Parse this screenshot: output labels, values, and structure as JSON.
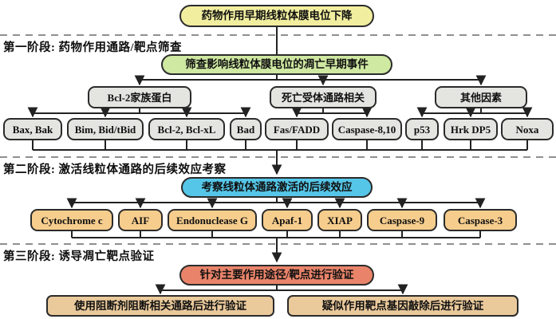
{
  "flow": {
    "top": "药物作用早期线粒体膜电位下降",
    "stage1": {
      "phase_label": "第一阶段: 药物作用通路/靶点筛查",
      "header": "筛查影响线粒体膜电位的凋亡早期事件",
      "groups": [
        {
          "label": "Bcl-2家族蛋白",
          "children": [
            "Bax, Bak",
            "Bim, Bid/tBid",
            "Bcl-2, Bcl-xL",
            "Bad"
          ]
        },
        {
          "label": "死亡受体通路相关",
          "children": [
            "Fas/FADD",
            "Caspase-8,10"
          ]
        },
        {
          "label": "其他因素",
          "children": [
            "p53",
            "Hrk DP5",
            "Noxa"
          ]
        }
      ]
    },
    "stage2": {
      "phase_label": "第二阶段: 激活线粒体通路的后续效应考察",
      "header": "考察线粒体通路激活的后续效应",
      "children": [
        "Cytochrome c",
        "AIF",
        "Endonuclease G",
        "Apaf-1",
        "XIAP",
        "Caspase-9",
        "Caspase-3"
      ]
    },
    "stage3": {
      "phase_label": "第三阶段: 诱导凋亡靶点验证",
      "header": "针对主要作用途径/靶点进行验证",
      "children": [
        "使用阻断剂阻断相关通路后进行验证",
        "疑似作用靶点基因敲除后进行验证"
      ]
    }
  },
  "colors": {
    "top_box": "#f1ee9f",
    "stage1_header_box": "#cfe8a2",
    "group_box": "#e4e4e1",
    "leaf_box": "#e4e4e1",
    "stage2_header_box": "#55c6e8",
    "stage2_box": "#f6cd8d",
    "stage3_header_box": "#e9846a",
    "stage3_box": "#eac99b",
    "connector": "#222222",
    "dashed_divider": "#8f8f8f",
    "text": "#101010"
  }
}
